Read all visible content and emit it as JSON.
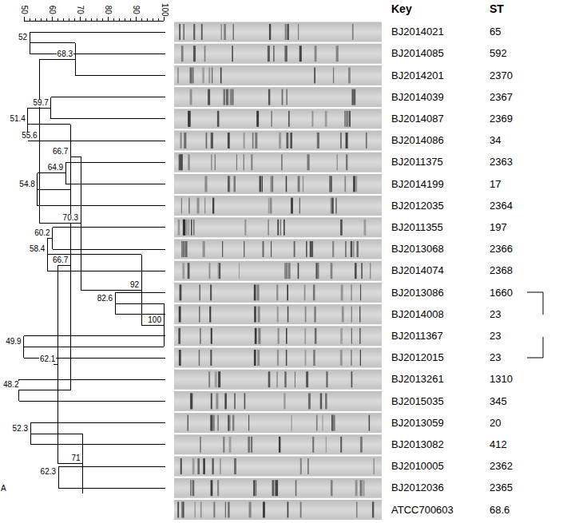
{
  "diagram": {
    "labels": [
      "50",
      "60",
      "70",
      "80",
      "90",
      "100",
      "Key",
      "ST",
      "BJ2014021",
      "BJ2014085",
      "BJ2014201",
      "BJ2014039",
      "BJ2014087",
      "BJ2014086",
      "BJ2011375",
      "BJ2014199",
      "BJ2012035",
      "BJ2011355",
      "BJ2013068",
      "BJ2014074",
      "BJ2013086",
      "BJ2014008",
      "BJ2011367",
      "BJ2012015",
      "BJ2013261",
      "BJ2015035",
      "BJ2013059",
      "BJ2013082",
      "BJ2010005",
      "BJ2012036",
      "ATCC700603",
      "65",
      "592",
      "2370",
      "2367",
      "2369",
      "34",
      "2363",
      "17",
      "2364",
      "197",
      "2366",
      "2368",
      "1660",
      "23",
      "23",
      "23",
      "1310",
      "345",
      "20",
      "412",
      "2362",
      "2365",
      "68.6",
      "52",
      "68.3",
      "59.7",
      "51.4",
      "55.6",
      "66.7",
      "64.9",
      "54.8",
      "70.3",
      "60.2",
      "58.4",
      "92",
      "82.6",
      "100",
      "49.9",
      "66.7",
      "48.2",
      "62.1",
      "52.3",
      "71",
      "62.3",
      "A"
    ]
  }
}
